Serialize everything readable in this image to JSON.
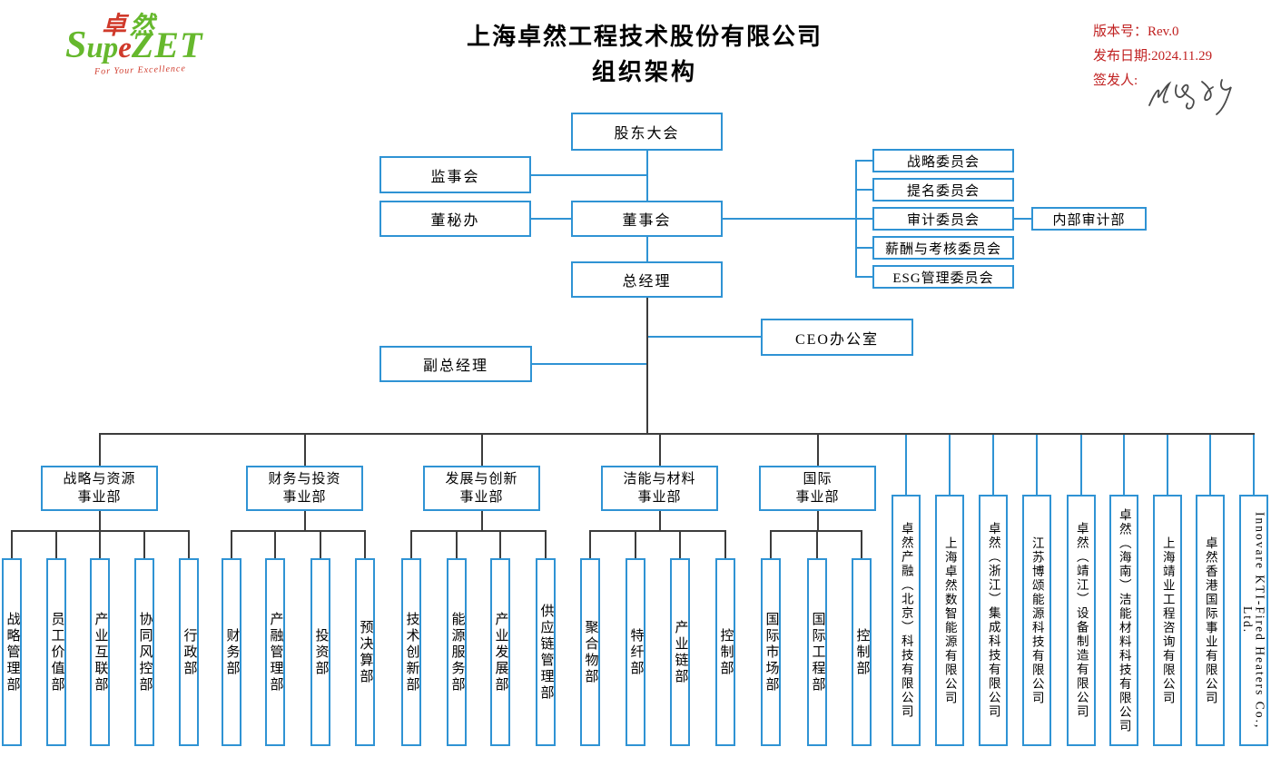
{
  "header": {
    "logo": {
      "zh_1": "卓",
      "zh_2": "然",
      "latin_s": "S",
      "latin_up": "up",
      "latin_e": "e",
      "latin_zet": "ZET",
      "tagline": "For Your Excellence"
    },
    "title_line1": "上海卓然工程技术股份有限公司",
    "title_line2": "组织架构",
    "meta": {
      "version": "版本号：Rev.0",
      "release_date": "发布日期:2024.11.29",
      "signer": "签发人:"
    }
  },
  "governance": {
    "shareholders": "股东大会",
    "supervisory": "监事会",
    "board": "董事会",
    "board_secretary": "董秘办",
    "general_manager": "总经理",
    "deputy_general_manager": "副总经理",
    "ceo_office": "CEO办公室",
    "internal_audit": "内部审计部",
    "committees": [
      "战略委员会",
      "提名委员会",
      "审计委员会",
      "薪酬与考核委员会",
      "ESG管理委员会"
    ]
  },
  "divisions": [
    {
      "name_line1": "战略与资源",
      "name_line2": "事业部",
      "departments": [
        "战略管理部",
        "员工价值部",
        "产业互联部",
        "协同风控部",
        "行政部"
      ]
    },
    {
      "name_line1": "财务与投资",
      "name_line2": "事业部",
      "departments": [
        "财务部",
        "产融管理部",
        "投资部",
        "预决算部"
      ]
    },
    {
      "name_line1": "发展与创新",
      "name_line2": "事业部",
      "departments": [
        "技术创新部",
        "能源服务部",
        "产业发展部",
        "供应链管理部"
      ]
    },
    {
      "name_line1": "洁能与材料",
      "name_line2": "事业部",
      "departments": [
        "聚合物部",
        "特纤部",
        "产业链部",
        "控制部"
      ]
    },
    {
      "name_line1": "国际",
      "name_line2": "事业部",
      "departments": [
        "国际市场部",
        "国际工程部",
        "控制部"
      ]
    }
  ],
  "subsidiaries": [
    "卓然产融（北京）科技有限公司",
    "上海卓然数智能源有限公司",
    "卓然（浙江）集成科技有限公司",
    "江苏博颂能源科技有限公司",
    "卓然（靖江）设备制造有限公司",
    "卓然（海南）洁能材料科技有限公司",
    "上海靖业工程咨询有限公司",
    "卓然香港国际事业有限公司",
    "Innovare KTI-Fired Heaters Co., Ltd."
  ],
  "colors": {
    "box_border_blue": "#2f93d4",
    "connector_blue": "#2f93d4",
    "connector_black": "#3c3c3c",
    "brand_green": "#66b82d",
    "brand_red": "#d03a2b",
    "meta_red": "#c02020"
  }
}
